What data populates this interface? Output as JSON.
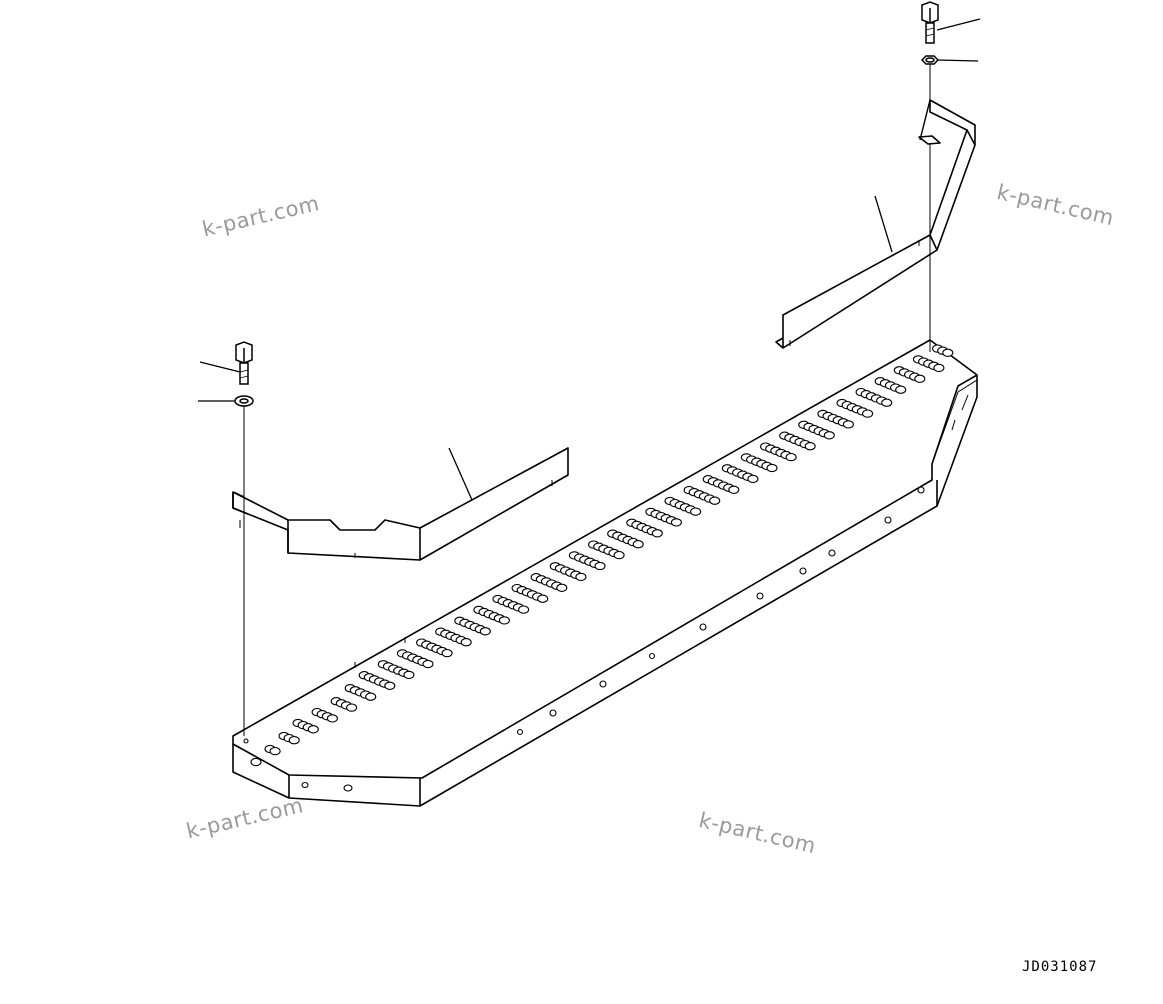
{
  "diagram": {
    "drawing_code": "JD031087",
    "watermarks": [
      "k-part.com",
      "k-part.com",
      "k-part.com",
      "k-part.com"
    ],
    "parts": [
      "step-plate",
      "left-bracket",
      "right-bracket",
      "left-bolt",
      "left-washer",
      "right-bolt",
      "right-washer"
    ]
  }
}
